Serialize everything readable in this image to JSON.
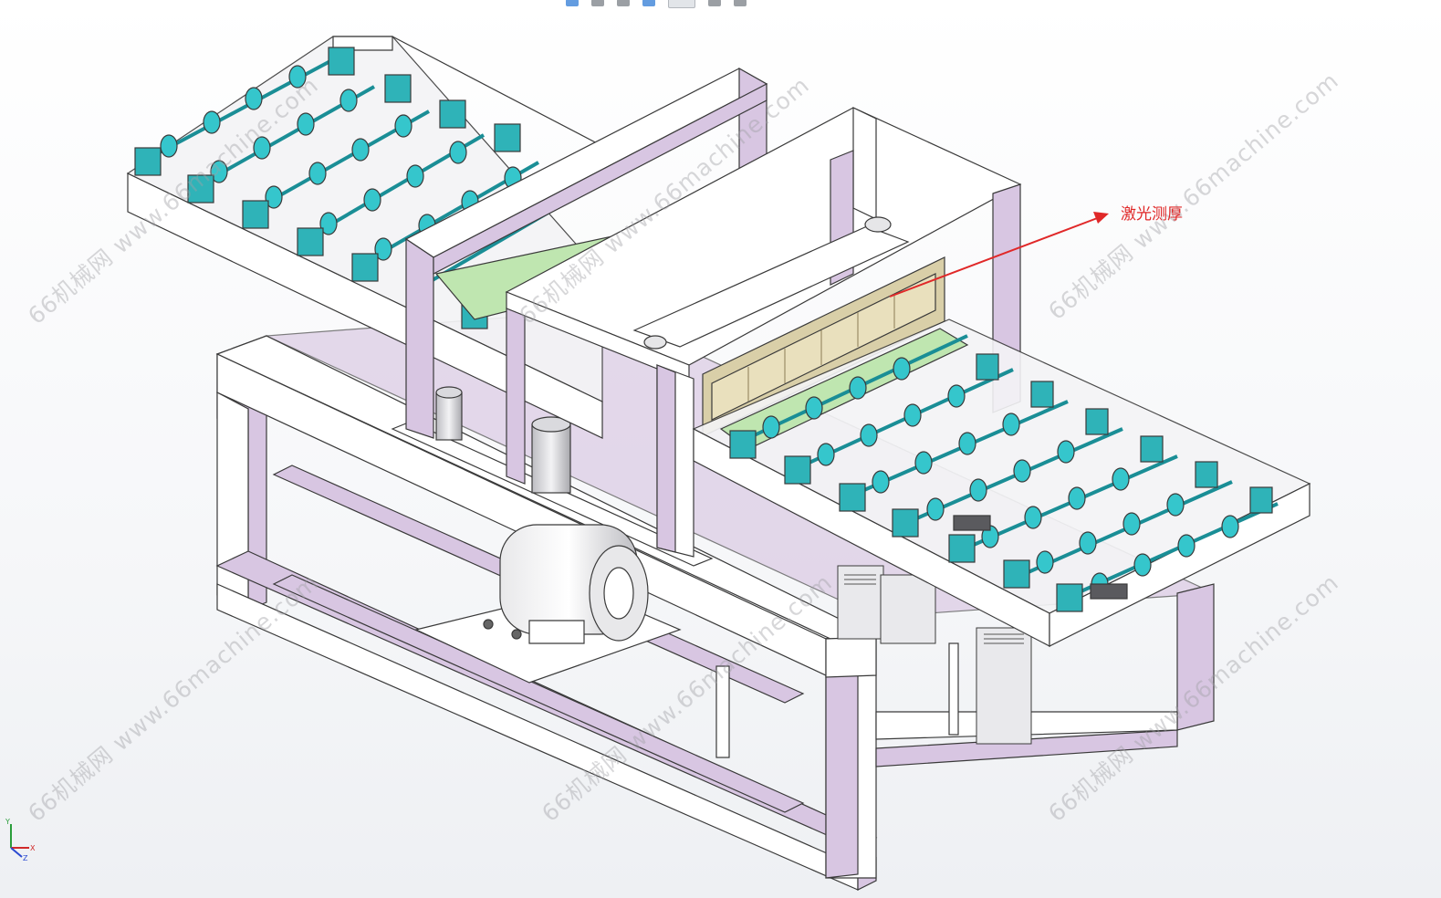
{
  "annotation": {
    "label": "激光测厚",
    "color": "#e02828"
  },
  "watermark": {
    "text": "66机械网 www.66machine.com"
  },
  "triad": {
    "y": "Y",
    "x": "X",
    "z": "Z"
  },
  "colors": {
    "frame": "#ffffff",
    "frame_side": "#d8c6e2",
    "roller": "#35c6cc",
    "shaft": "#1fb6c0",
    "bearing_block": "#2fb3b8",
    "conveyor_plate": "#bfe6b0",
    "sensor_housing": "#d9cfa8",
    "outline": "#3a3a3a"
  },
  "icons": [
    "toolbar-view-icon",
    "toolbar-zoom-icon",
    "toolbar-display-icon",
    "coordinate-triad-icon"
  ]
}
